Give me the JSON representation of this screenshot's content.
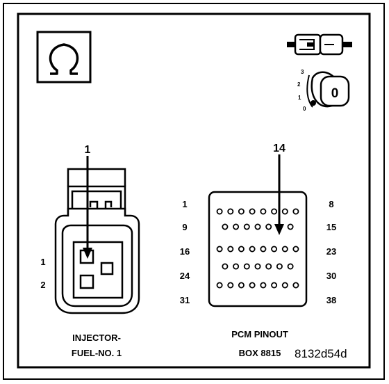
{
  "injector": {
    "pin_callout": "1",
    "side_labels": [
      "1",
      "2"
    ],
    "caption_line1": "INJECTOR-",
    "caption_line2": "FUEL-NO. 1"
  },
  "pcm": {
    "pin_callout": "14",
    "row_start_labels": [
      "1",
      "9",
      "16",
      "24",
      "31"
    ],
    "row_end_labels": [
      "8",
      "15",
      "23",
      "30",
      "38"
    ],
    "row_pin_counts": [
      8,
      7,
      8,
      7,
      8
    ],
    "caption_line1": "PCM PINOUT",
    "caption_line2": "BOX 8815"
  },
  "key_icon": {
    "positions": [
      "3",
      "2",
      "1",
      "0"
    ],
    "key_letter": "0"
  },
  "figure_code": "8132d54d",
  "icons": [
    "ohm-symbol-icon",
    "connector-disconnected-icon",
    "ignition-key-off-icon"
  ]
}
